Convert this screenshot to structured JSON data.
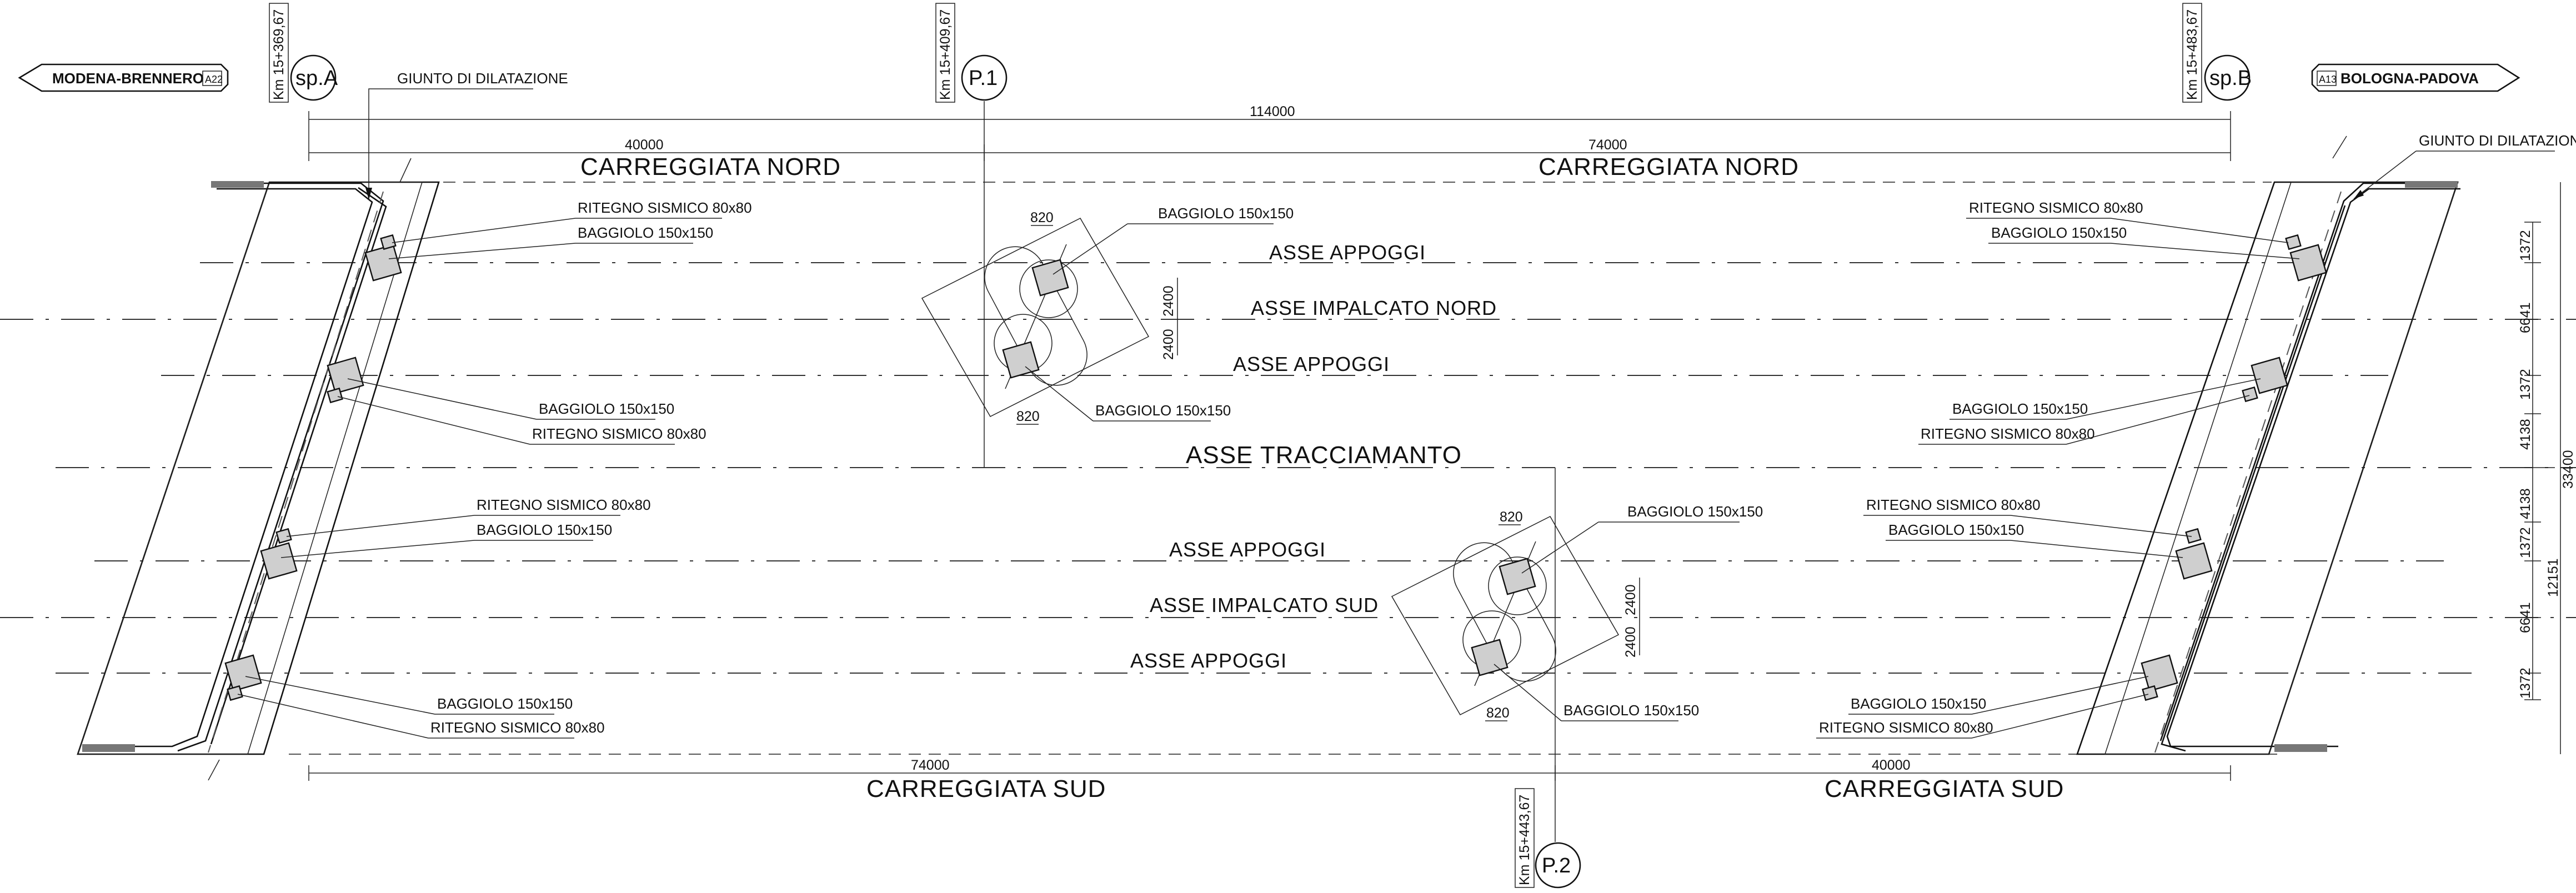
{
  "directions": {
    "left": "MODENA-BRENNERO",
    "left_badge": "A22",
    "right": "BOLOGNA-PADOVA",
    "right_badge": "A13"
  },
  "markers": {
    "spA": {
      "name": "sp.A",
      "km": "Km 15+369,67"
    },
    "p1": {
      "name": "P.1",
      "km": "Km 15+409,67"
    },
    "spB": {
      "name": "sp.B",
      "km": "Km 15+483,67"
    },
    "p2": {
      "name": "P.2",
      "km": "Km 15+443,67"
    }
  },
  "dimensions": {
    "top_total": "114000",
    "top_left": "40000",
    "top_right": "74000",
    "bottom_left": "74000",
    "bottom_right": "40000",
    "right_side": [
      "1372",
      "6641",
      "1372",
      "4138",
      "4138",
      "1372",
      "6641",
      "1372"
    ],
    "right_half_sud": "12151",
    "right_total": "33400",
    "pier_spacing": "820",
    "pier_offset": "2400"
  },
  "carriageways": {
    "north": "CARREGGIATA NORD",
    "south": "CARREGGIATA SUD"
  },
  "axes": {
    "supports": "ASSE APPOGGI",
    "deck_north": "ASSE IMPALCATO NORD",
    "deck_south": "ASSE IMPALCATO SUD",
    "alignment": "ASSE TRACCIAMANTO"
  },
  "labels": {
    "joint": "GIUNTO DI DILATAZIONE",
    "bearing": "BAGGIOLO 150x150",
    "restraint": "RITEGNO SISMICO 80x80"
  }
}
